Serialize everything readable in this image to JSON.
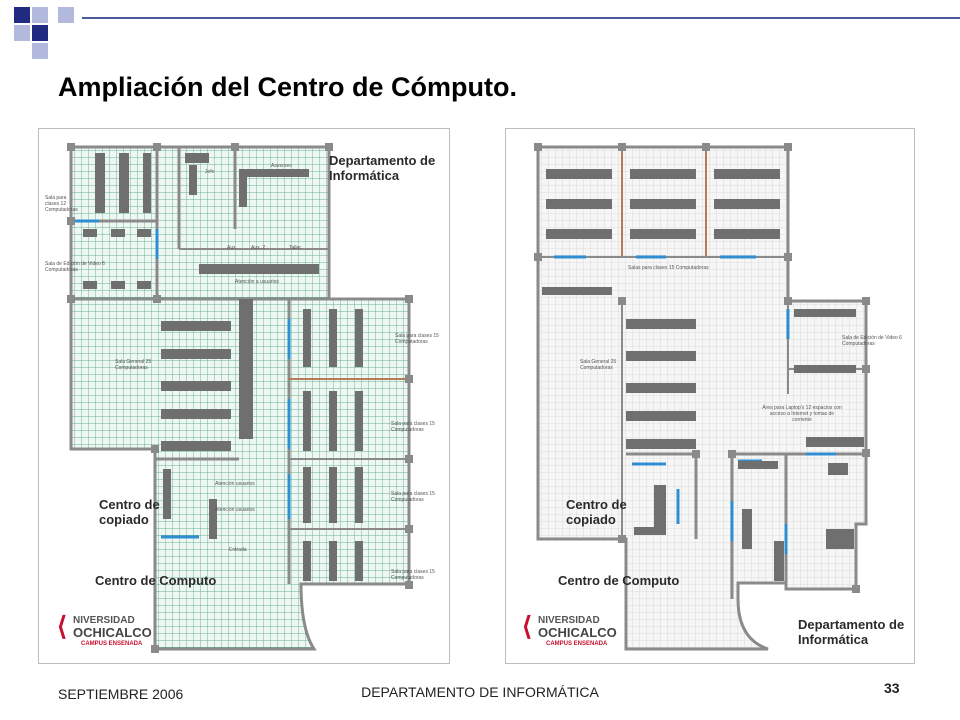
{
  "slide": {
    "title": "Ampliación del Centro de Cómputo.",
    "footer_date": "SEPTIEMBRE 2006",
    "footer_department": "DEPARTAMENTO DE INFORMÁTICA",
    "page_number": "33"
  },
  "theme": {
    "accent_dark": "#1f2a80",
    "accent_light": "#b3b9dd",
    "rule_color": "#4a5b9c",
    "grid_green": "#3f9b75",
    "wall_gray": "#8a8a8a",
    "door_blue": "#2f8ed2",
    "logo_red": "#c8102e"
  },
  "plan_left": {
    "dept_label": "Departamento de Informática",
    "copy_label": "Centro de copiado",
    "center_label": "Centro de Computo",
    "rooms": [
      "Sala para clases 12 Computadoras",
      "Sala de Edición de Video 6 Computadoras",
      "Sala General 25 Computadoras",
      "Sala para clases 15 Computadoras",
      "Sala para clases 15 Computadoras",
      "Sala para clases 15 Computadoras",
      "Sala para clases 15 Computadoras",
      "Jefe",
      "Asesores",
      "Aux.",
      "Aux. 2",
      "Taller",
      "Atención a usuarios",
      "Atención usuarios",
      "Atención usuarios",
      "Entrada"
    ],
    "logo": {
      "line1": "NIVERSIDAD",
      "line2": "OCHICALCO",
      "line3": "CAMPUS ENSENADA"
    }
  },
  "plan_right": {
    "dept_label": "Departamento de Informática",
    "copy_label": "Centro de copiado",
    "center_label": "Centro de Computo",
    "rooms": [
      "Salas para clases 15 Computadoras",
      "Sala General 25 Computadoras",
      "Sala de Edición de Video 6 Computadoras",
      "Área para Laptop's 12 espacios con acceso a Internet y tomas de corriente"
    ],
    "logo": {
      "line1": "NIVERSIDAD",
      "line2": "OCHICALCO",
      "line3": "CAMPUS ENSENADA"
    }
  }
}
